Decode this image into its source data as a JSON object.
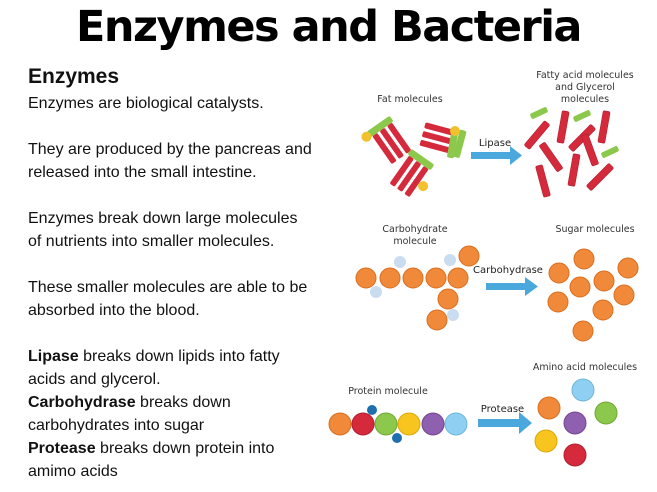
{
  "title": "Enzymes and Bacteria",
  "left": {
    "heading": "Enzymes",
    "p1": "Enzymes are biological catalysts.",
    "p2a": "They are produced by the pancreas and",
    "p2b": "released into the small intestine.",
    "p3a": "Enzymes break down large molecules",
    "p3b": "of nutrients into smaller molecules.",
    "p4a": "These smaller molecules are able to be",
    "p4b": "absorbed into the blood.",
    "lipase_term": "Lipase",
    "lipase_a": " breaks down lipids into fatty",
    "lipase_b": "acids and glycerol.",
    "carb_term": "Carbohydrase",
    "carb_a": " breaks down",
    "carb_b": "carbohydrates into sugar",
    "prot_term": "Protease",
    "prot_a": " breaks down protein into",
    "prot_b": "amimo acids"
  },
  "diagram": {
    "fat": {
      "input_label": "Fat molecules",
      "enzyme": "Lipase",
      "output_label_1": "Fatty acid molecules",
      "output_label_2": "and Glycerol",
      "output_label_3": "molecules"
    },
    "carb": {
      "input_label_1": "Carbohydrate",
      "input_label_2": "molecule",
      "enzyme": "Carbohydrase",
      "output_label": "Sugar molecules"
    },
    "protein": {
      "input_label": "Protein molecule",
      "enzyme": "Protease",
      "output_label": "Amino acid molecules"
    },
    "colors": {
      "arrow": "#4aa8dc",
      "fatty_acid": "#d42a3c",
      "glycerol": "#8cc84b",
      "glycerol_joint": "#f2c12e",
      "sugar": "#f08a3a",
      "sugar_bond": "#c9dcf0",
      "amino_orange": "#f08a3a",
      "amino_red": "#d42a3c",
      "amino_green": "#8cc84b",
      "amino_yellow": "#f7c51e",
      "amino_purple": "#9060b0",
      "amino_lightblue": "#8fd0f2",
      "amino_side": "#1f6fae"
    }
  }
}
